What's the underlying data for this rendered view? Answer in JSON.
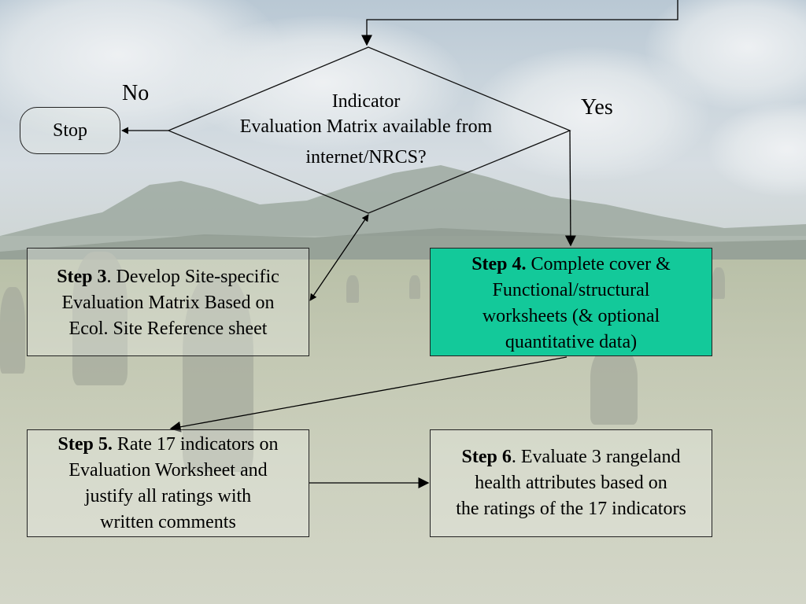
{
  "diamond": {
    "line1": "Indicator",
    "line2": "Evaluation Matrix available from",
    "line3": "internet/NRCS?"
  },
  "labels": {
    "no": "No",
    "yes": "Yes"
  },
  "stop": "Stop",
  "step3": {
    "title": "Step 3",
    "line1": ". Develop Site-specific",
    "line2": "Evaluation Matrix Based on",
    "line3": "Ecol. Site Reference sheet"
  },
  "step4": {
    "title": "Step 4.",
    "line1": " Complete cover &",
    "line2": "Functional/structural",
    "line3": "worksheets (& optional",
    "line4": "quantitative data)"
  },
  "step5": {
    "title": "Step 5.",
    "line1": " Rate 17 indicators on",
    "line2": "Evaluation Worksheet and",
    "line3": "justify all ratings with",
    "line4": "written comments"
  },
  "step6": {
    "title": "Step 6",
    "line1": ". Evaluate 3 rangeland",
    "line2": "health attributes based on",
    "line3": "the ratings of the 17 indicators"
  },
  "colors": {
    "step4_fill": "#13c99a",
    "lines": "#000000"
  }
}
